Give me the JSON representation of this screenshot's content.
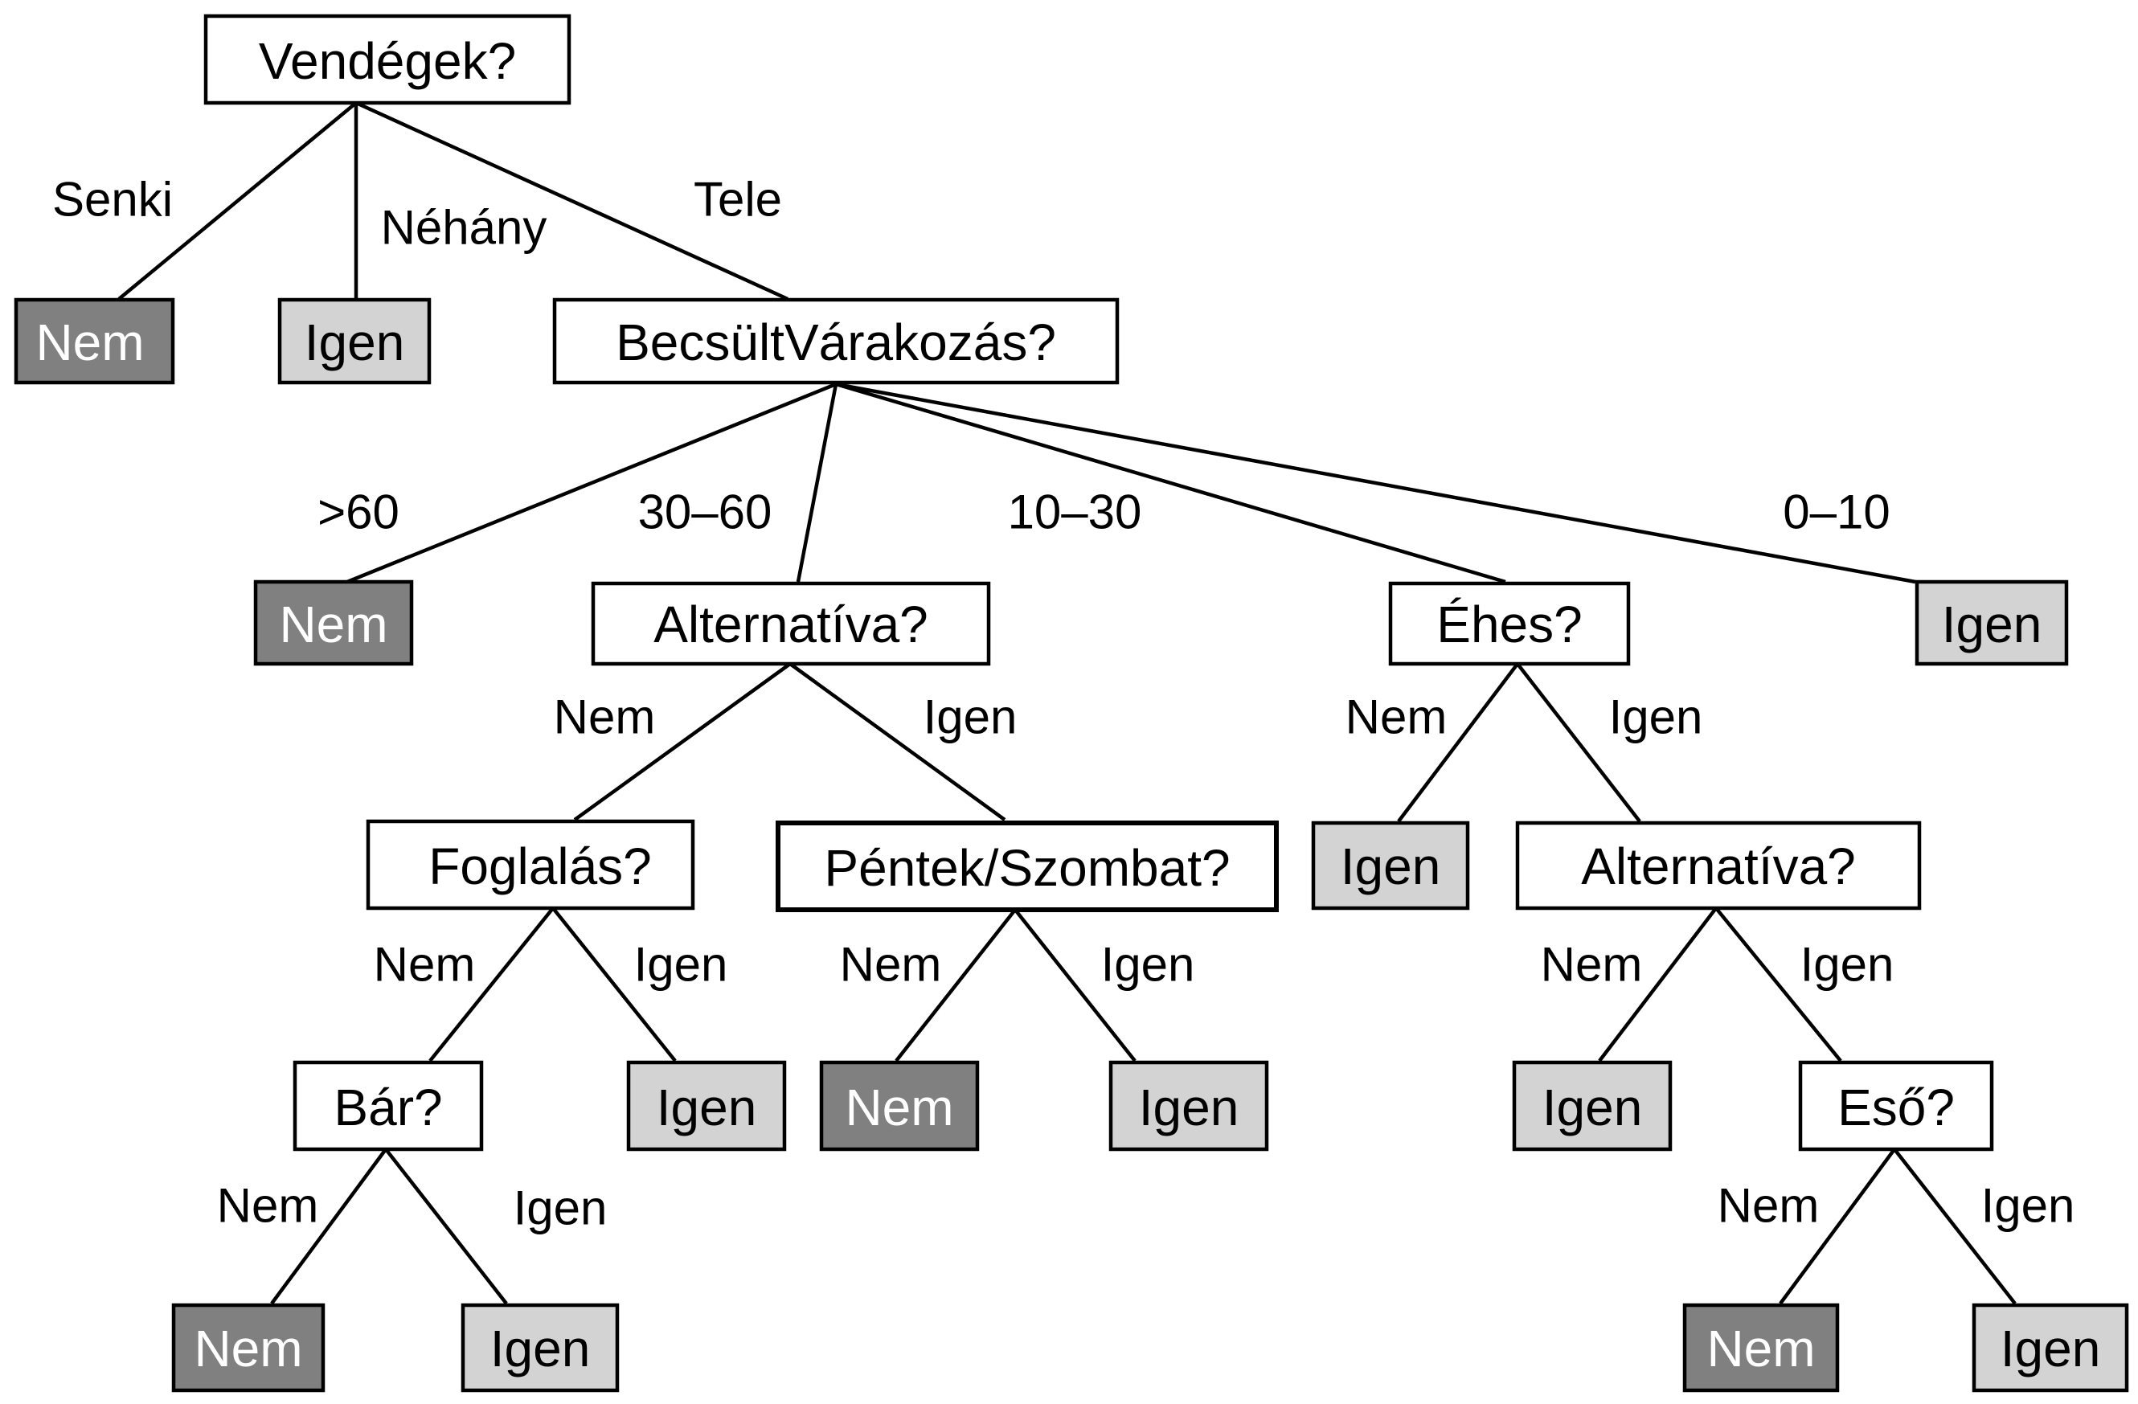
{
  "colors": {
    "yes_leaf": "#d3d3d3",
    "no_leaf": "#808080",
    "no_leaf_text": "#ffffff",
    "line": "#000000"
  },
  "nodes": {
    "root": "Vendégek?",
    "wait": "BecsültVárakozás?",
    "alt1": "Alternatíva?",
    "hungry": "Éhes?",
    "reservation": "Foglalás?",
    "frisat": "Péntek/Szombat?",
    "alt2": "Alternatíva?",
    "bar": "Bár?",
    "rain": "Eső?"
  },
  "leaves": {
    "none_no": "Nem",
    "some_yes": "Igen",
    "wait_gt60_no": "Nem",
    "wait_0_10_yes": "Igen",
    "res_yes": "Igen",
    "frisat_no": "Nem",
    "frisat_yes": "Igen",
    "hungry_no_yes": "Igen",
    "alt2_no_yes": "Igen",
    "bar_no": "Nem",
    "bar_yes": "Igen",
    "rain_no": "Nem",
    "rain_yes": "Igen"
  },
  "edges": {
    "senki": "Senki",
    "nehany": "Néhány",
    "tele": "Tele",
    "gt60": ">60",
    "w30_60": "30–60",
    "w10_30": "10–30",
    "w0_10": "0–10",
    "alt1_nem": "Nem",
    "alt1_igen": "Igen",
    "hungry_nem": "Nem",
    "hungry_igen": "Igen",
    "res_nem": "Nem",
    "res_igen": "Igen",
    "frisat_nem": "Nem",
    "frisat_igen": "Igen",
    "alt2_nem": "Nem",
    "alt2_igen": "Igen",
    "bar_nem": "Nem",
    "bar_igen": "Igen",
    "rain_nem": "Nem",
    "rain_igen": "Igen"
  }
}
